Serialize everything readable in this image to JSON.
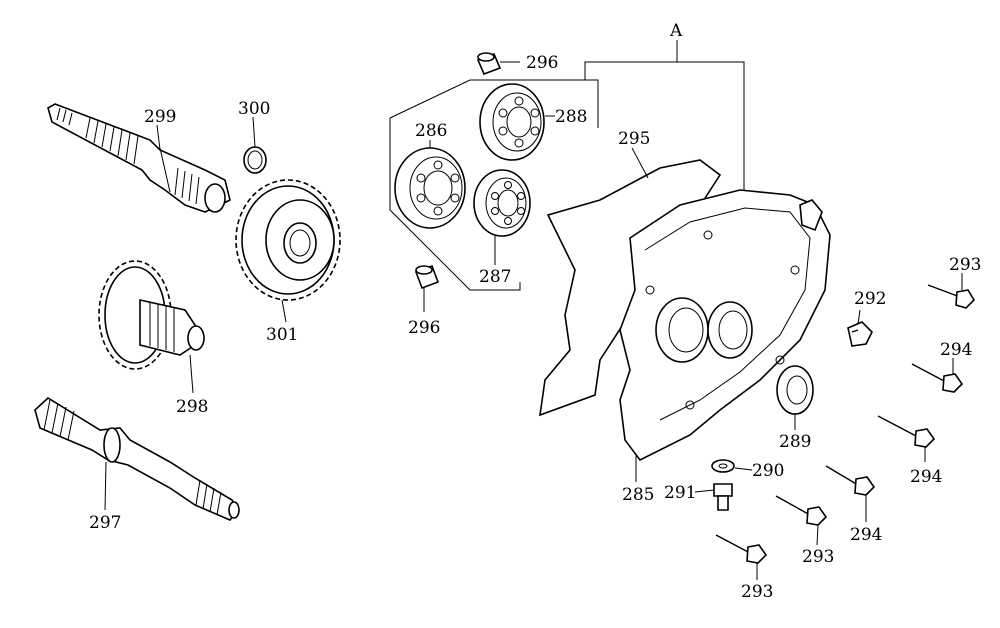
{
  "diagram": {
    "group_label": "A",
    "callouts": [
      {
        "id": "A",
        "text": "A"
      },
      {
        "id": "285",
        "text": "285"
      },
      {
        "id": "286",
        "text": "286"
      },
      {
        "id": "287",
        "text": "287"
      },
      {
        "id": "288",
        "text": "288"
      },
      {
        "id": "289",
        "text": "289"
      },
      {
        "id": "290",
        "text": "290"
      },
      {
        "id": "291",
        "text": "291"
      },
      {
        "id": "292",
        "text": "292"
      },
      {
        "id": "293a",
        "text": "293"
      },
      {
        "id": "293b",
        "text": "293"
      },
      {
        "id": "293c",
        "text": "293"
      },
      {
        "id": "294a",
        "text": "294"
      },
      {
        "id": "294b",
        "text": "294"
      },
      {
        "id": "294c",
        "text": "294"
      },
      {
        "id": "295",
        "text": "295"
      },
      {
        "id": "296a",
        "text": "296"
      },
      {
        "id": "296b",
        "text": "296"
      },
      {
        "id": "297",
        "text": "297"
      },
      {
        "id": "298",
        "text": "298"
      },
      {
        "id": "299",
        "text": "299"
      },
      {
        "id": "300",
        "text": "300"
      },
      {
        "id": "301",
        "text": "301"
      }
    ]
  }
}
